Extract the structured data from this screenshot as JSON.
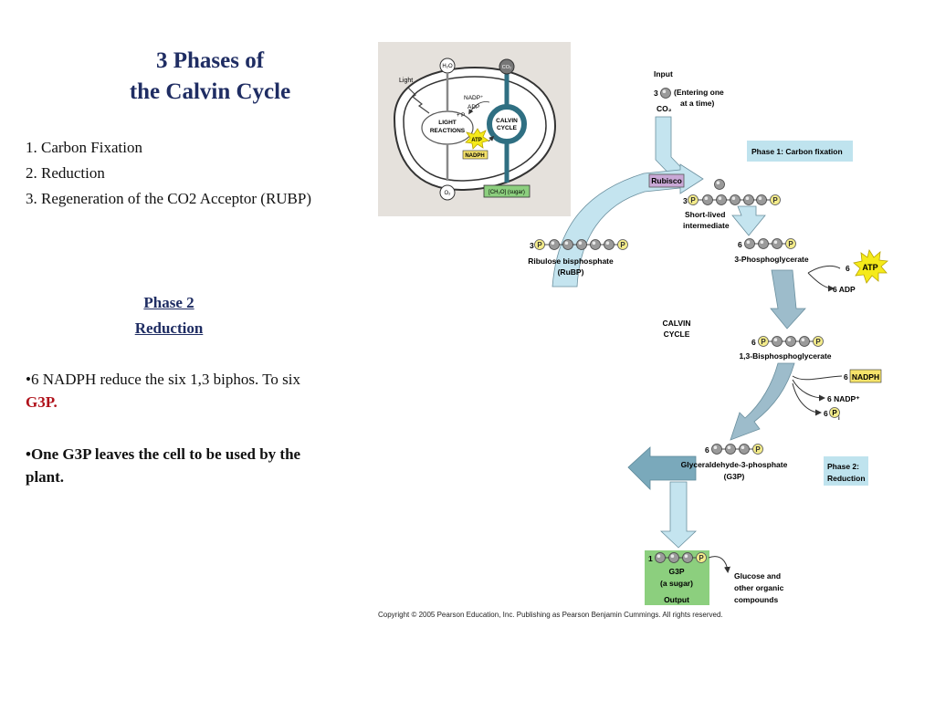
{
  "slide": {
    "title_line1": "3 Phases of",
    "title_line2": "the Calvin Cycle",
    "phases_list": [
      "1. Carbon Fixation",
      "2. Reduction",
      "3. Regeneration of the CO2 Acceptor (RUBP)"
    ],
    "phase_heading": "Phase 2",
    "phase_subheading": "Reduction",
    "bullet1_text": "•6 NADPH reduce the six 1,3 biphos. To six ",
    "bullet1_highlight": "G3P.",
    "bullet2_text": "•One G3P leaves the cell to be used by the plant."
  },
  "inset": {
    "light": "Light",
    "h2o": "H₂O",
    "co2": "CO₂",
    "nadp": "NADP⁺",
    "adp": "ADP",
    "p": "+ P",
    "light_reactions": [
      "LIGHT",
      "REACTIONS"
    ],
    "calvin_cycle": [
      "CALVIN",
      "CYCLE"
    ],
    "atp": "ATP",
    "nadph": "NADPH",
    "o2": "O₂",
    "sugar": "[CH₂O] (sugar)"
  },
  "diagram": {
    "input_label": "Input",
    "input_count": "3",
    "entering": [
      "(Entering one",
      "at a time)"
    ],
    "co2": "CO₂",
    "phase1": "Phase 1: Carbon fixation",
    "rubisco": "Rubisco",
    "short_lived_count": "3",
    "short_lived": [
      "Short-lived",
      "intermediate"
    ],
    "rubp_count": "3",
    "rubp": [
      "Ribulose bisphosphate",
      "(RuBP)"
    ],
    "pga_count": "6",
    "pga": "3-Phosphoglycerate",
    "atp_count": "6",
    "atp": "ATP",
    "adp": "6 ADP",
    "calvin": [
      "CALVIN",
      "CYCLE"
    ],
    "bpg_count": "6",
    "bpg": "1,3-Bisphosphoglycerate",
    "nadph_count": "6",
    "nadph": "NADPH",
    "nadp": "6 NADP⁺",
    "pi_count": "6",
    "pi": "P",
    "pi_sub": "i",
    "g3p_count": "6",
    "g3p": [
      "Glyceraldehyde-3-phosphate",
      "(G3P)"
    ],
    "phase2": [
      "Phase 2:",
      "Reduction"
    ],
    "output_count": "1",
    "output": [
      "G3P",
      "(a sugar)",
      "Output"
    ],
    "glucose": [
      "Glucose and",
      "other organic",
      "compounds"
    ],
    "p_label": "P",
    "copyright": "Copyright ©  2005 Pearson Education, Inc. Publishing as Pearson Benjamin Cummings. All rights reserved."
  },
  "colors": {
    "title": "#1f2d63",
    "highlight": "#b0121b",
    "phase_box": "#bfe3ee",
    "rubisco": "#c9a8d6",
    "atp": "#f5ea1a",
    "nadph": "#f6e36a",
    "output": "#8ccf7e",
    "arrow_light": "#c4e4ef",
    "arrow_dark": "#7fa9bb",
    "inset_bg": "#e5e1dc"
  }
}
